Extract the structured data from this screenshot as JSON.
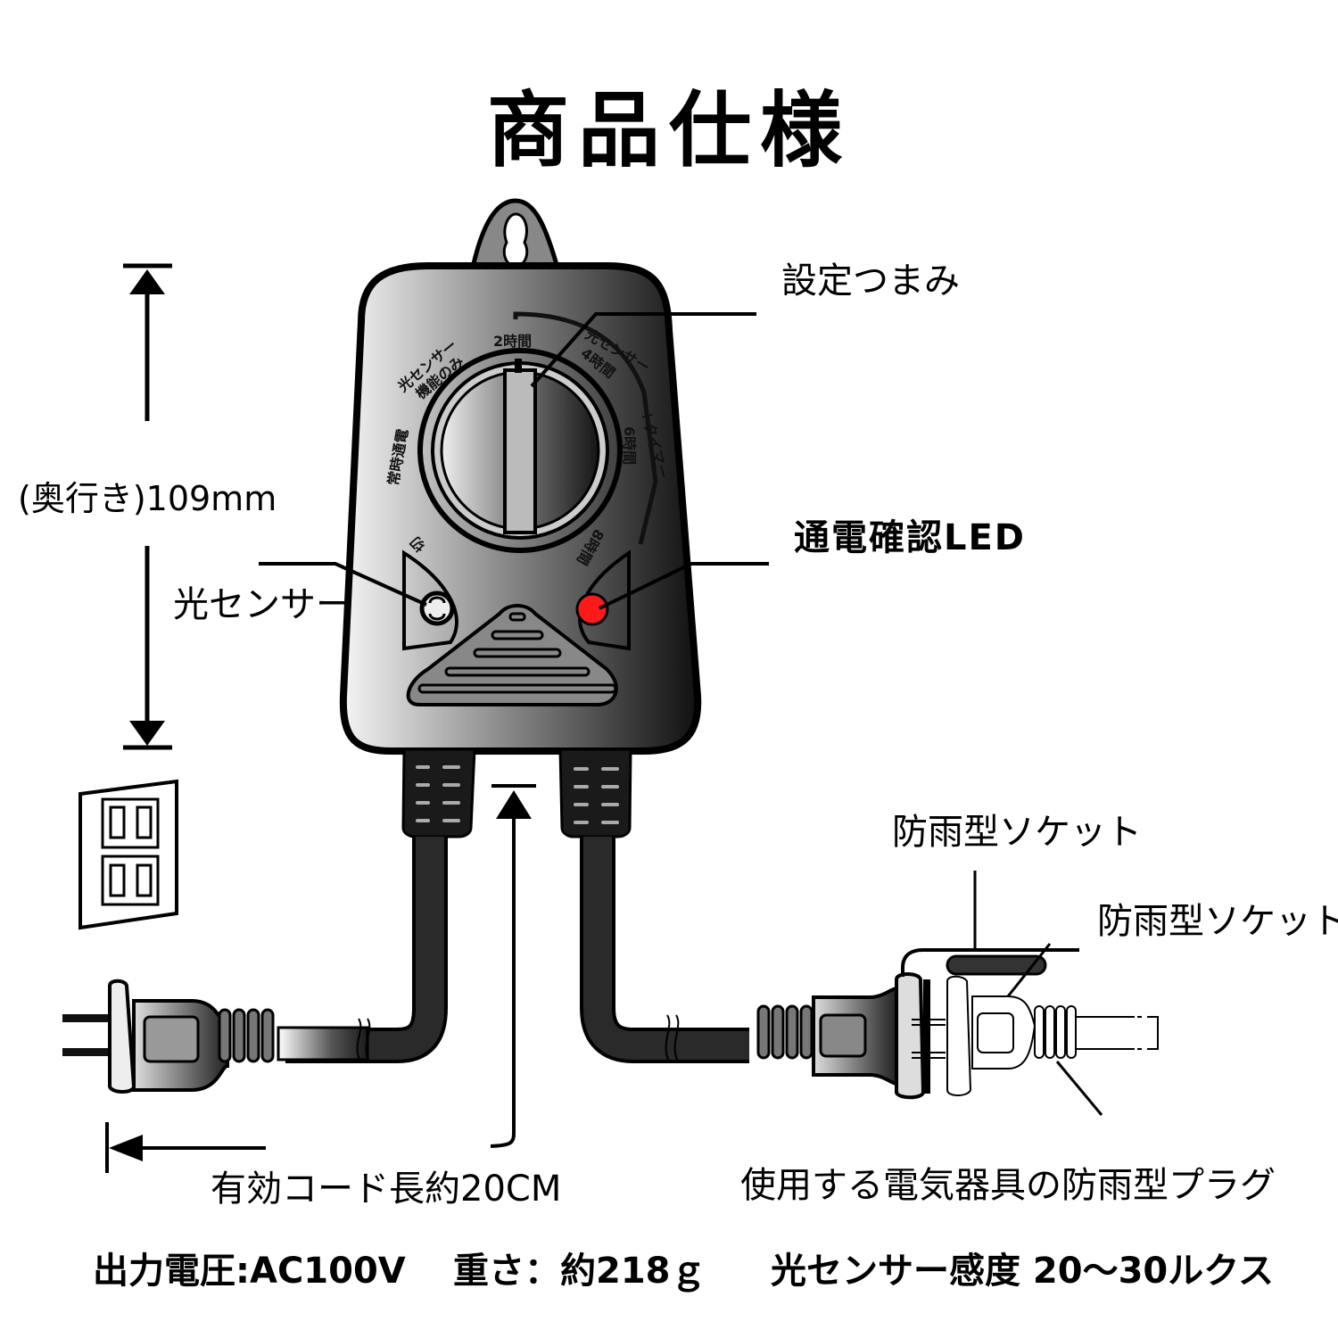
{
  "title": "商品仕様",
  "labels": {
    "knob": "設定つまみ",
    "led": "通電確認LED",
    "sensor": "光センサー",
    "depth": "(奥行き)109mm",
    "socket_top": "防雨型ソケット",
    "socket_right": "防雨型ソケット",
    "cord_length": "有効コード長約20CM",
    "plug": "使用する電気器具の防雨型プラグ"
  },
  "dial": {
    "positions": [
      "切",
      "常時通電",
      "光センサー機能のみ",
      "2時間",
      "光センサー＋タイマー",
      "4時間",
      "6時間",
      "8時間"
    ]
  },
  "specs": {
    "voltage": "出力電圧:AC100V",
    "weight": "重さ：約218ｇ",
    "sensitivity": "光センサー感度 20〜30ルクス"
  },
  "colors": {
    "led": "#ff1a1a",
    "body": "#3a3a3a"
  }
}
